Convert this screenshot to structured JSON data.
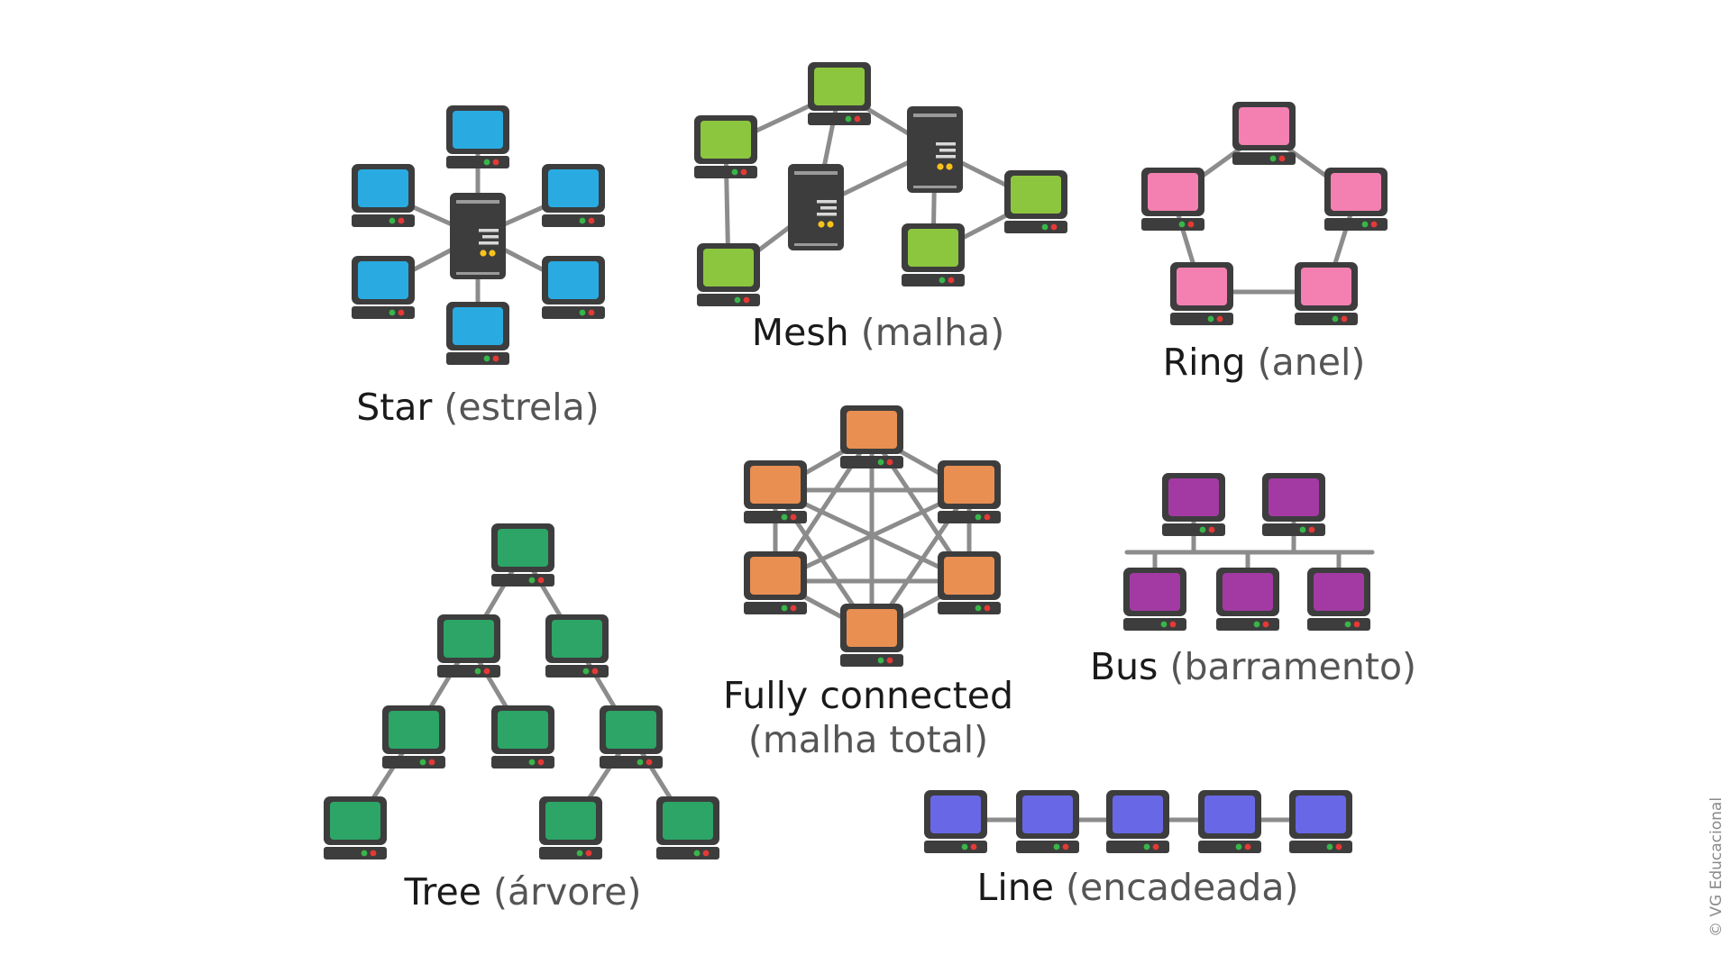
{
  "colors": {
    "star": "#29abe2",
    "mesh": "#8cc63f",
    "ring": "#f480b2",
    "fully": "#e98f52",
    "bus": "#a33aa4",
    "tree": "#2ca566",
    "line": "#6868e6",
    "device_body": "#3d3d3d",
    "link": "#8c8c8c",
    "led_green": "#39b54a",
    "led_red": "#e53935",
    "led_yellow": "#f7c21b"
  },
  "icons": {
    "computer": "computer-icon",
    "server": "server-icon"
  },
  "topologies": {
    "star": {
      "name": "Star",
      "translation": "(estrela)"
    },
    "mesh": {
      "name": "Mesh",
      "translation": "(malha)"
    },
    "ring": {
      "name": "Ring",
      "translation": "(anel)"
    },
    "fully": {
      "name": "Fully connected",
      "translation": "(malha total)"
    },
    "bus": {
      "name": "Bus",
      "translation": "(barramento)"
    },
    "tree": {
      "name": "Tree",
      "translation": "(árvore)"
    },
    "line": {
      "name": "Line",
      "translation": "(encadeada)"
    }
  },
  "credit": "© VG Educacional"
}
